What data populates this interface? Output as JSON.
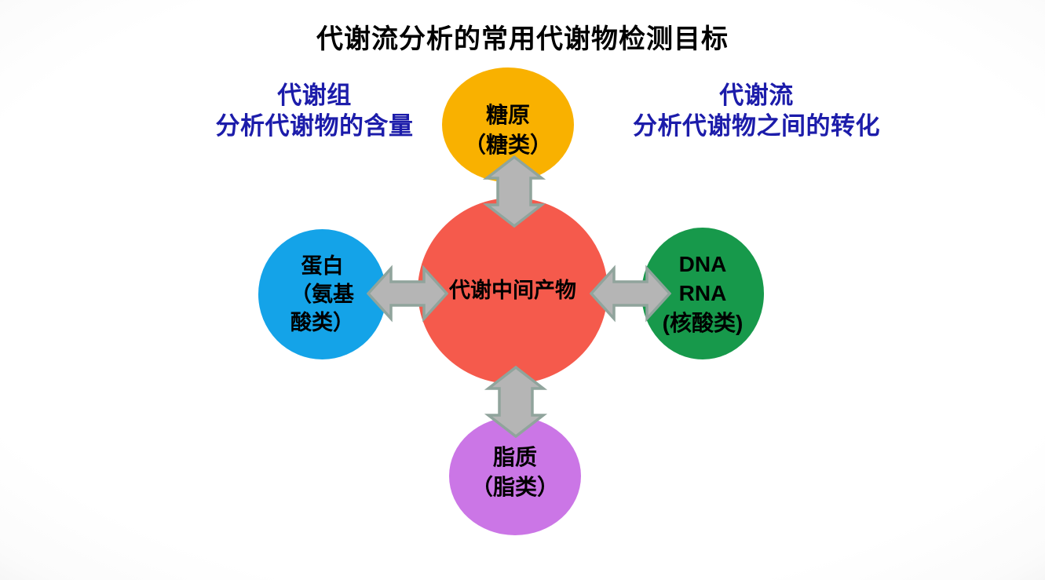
{
  "title": "代谢流分析的常用代谢物检测目标",
  "annotations": {
    "left": {
      "line1": "代谢组",
      "line2": "分析代谢物的含量"
    },
    "right": {
      "line1": "代谢流",
      "line2": "分析代谢物之间的转化"
    }
  },
  "nodes": {
    "center": {
      "label": "代谢中间产物",
      "color": "#f55a4c"
    },
    "top": {
      "lines": [
        "糖原",
        "（糖类）"
      ],
      "color": "#f9b100"
    },
    "left": {
      "lines": [
        "蛋白",
        "（氨基",
        "酸类）"
      ],
      "color": "#14a3e8"
    },
    "right": {
      "lines": [
        "DNA",
        "RNA",
        "(核酸类)"
      ],
      "color": "#17994b"
    },
    "bottom": {
      "lines": [
        "脂质",
        "（脂类）"
      ],
      "color": "#cb76e6"
    }
  },
  "icons": {
    "connector": "double-headed-arrow"
  },
  "colors": {
    "title_text": "#000000",
    "annotation_text": "#1c1caa",
    "node_text": "#000000",
    "arrow_fill": "#b5b5b5",
    "arrow_stroke": "#90a49c",
    "background": "#ffffff"
  }
}
